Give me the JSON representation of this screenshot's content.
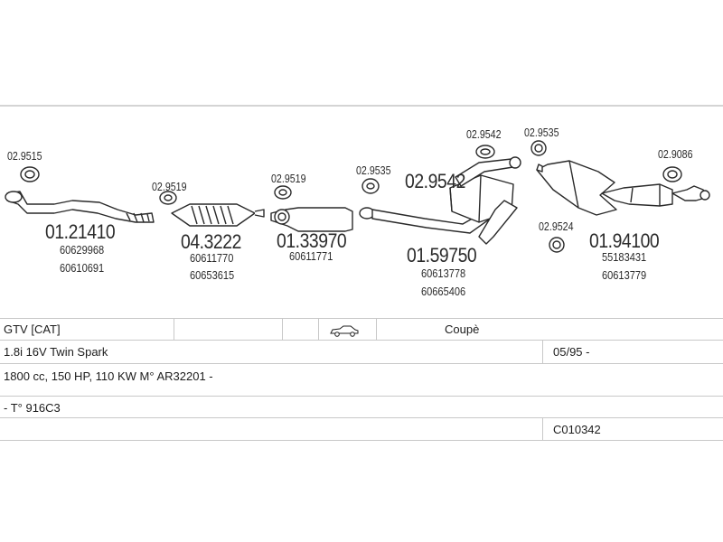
{
  "parts": [
    {
      "id": "p1",
      "code": "01.21410",
      "refs": [
        "60629968",
        "60610691"
      ],
      "clamp": "02.9515"
    },
    {
      "id": "p2",
      "code": "04.3222",
      "refs": [
        "60611770",
        "60653615"
      ],
      "clamp": "02.9519"
    },
    {
      "id": "p3",
      "code": "01.33970",
      "refs": [
        "60611771"
      ],
      "clamp": "02.9519"
    },
    {
      "id": "p4",
      "code": "01.59750",
      "refs": [
        "60613778",
        "60665406"
      ],
      "clamp": "02.9535",
      "clamp2": "02.9542",
      "clamp3": "02.9542"
    },
    {
      "id": "p5",
      "code": "01.94100",
      "refs": [
        "55183431",
        "60613779"
      ],
      "clamp": "02.9535",
      "clamp2": "02.9524",
      "clamp3": "02.9086"
    }
  ],
  "vehicle": {
    "model": "GTV  [CAT]",
    "body": "Coupè",
    "engine": "1.8i 16V Twin Spark",
    "date": "05/95 -",
    "spec": "1800 cc, 150 HP, 110 KW M° AR32201 -",
    "type": "- T° 916C3",
    "catalog": "C010342",
    "car_icon": "car-icon"
  }
}
